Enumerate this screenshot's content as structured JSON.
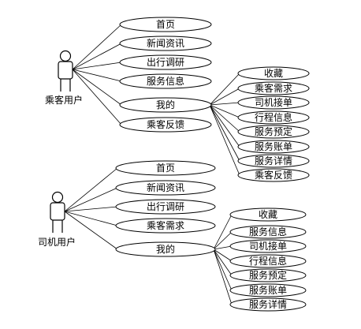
{
  "passenger": {
    "actor_label": "乘客用户",
    "use_cases": [
      "首页",
      "新闻资讯",
      "出行调研",
      "服务信息",
      "我的",
      "乘客反馈"
    ],
    "my_items": [
      "收藏",
      "乘客需求",
      "司机接单",
      "行程信息",
      "服务预定",
      "服务账单",
      "服务详情",
      "乘客反馈"
    ]
  },
  "driver": {
    "actor_label": "司机用户",
    "use_cases": [
      "首页",
      "新闻资讯",
      "出行调研",
      "乘客需求",
      "我的"
    ],
    "my_items": [
      "收藏",
      "服务信息",
      "司机接单",
      "行程信息",
      "服务预定",
      "服务账单",
      "服务详情"
    ]
  }
}
